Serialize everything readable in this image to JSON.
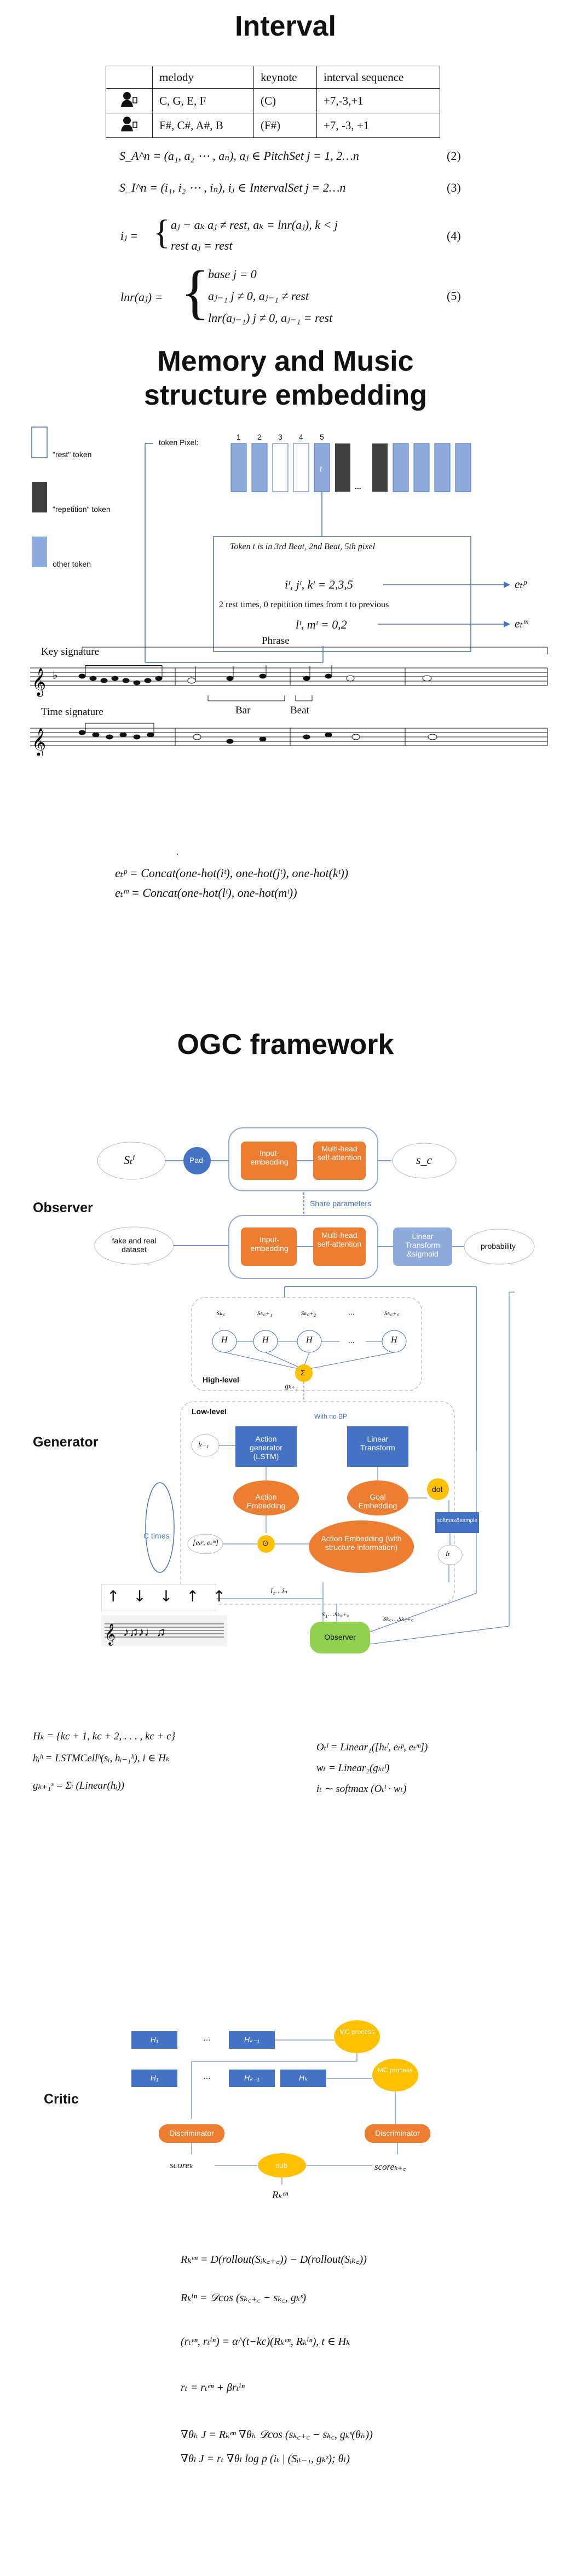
{
  "interval": {
    "title": "Interval",
    "table": {
      "headers": [
        "",
        "melody",
        "keynote",
        "interval sequence"
      ],
      "rows": [
        {
          "melody": "C, G, E, F",
          "keynote": "(C)",
          "sequence": "+7,-3,+1"
        },
        {
          "melody": "F#, C#, A#, B",
          "keynote": "(F#)",
          "sequence": "+7, -3, +1"
        }
      ]
    },
    "eq2": "S_A^n = (a₁, a₂ ⋯ , aₙ), aⱼ ∈ PitchSet   j = 1, 2…n",
    "eq2_no": "(2)",
    "eq3": "S_I^n = (i₁, i₂ ⋯ , iₙ), iⱼ ∈ IntervalSet   j = 2…n",
    "eq3_no": "(3)",
    "eq4_lhs": "iⱼ =",
    "eq4_case1": "aⱼ − aₖ    aⱼ ≠ rest, aₖ = lnr(aⱼ), k < j",
    "eq4_case2": "rest         aⱼ = rest",
    "eq4_no": "(4)",
    "eq5_lhs": "lnr(aⱼ) =",
    "eq5_case1": "base                          j = 0",
    "eq5_case2": "aⱼ₋₁        j ≠ 0, aⱼ₋₁ ≠ rest",
    "eq5_case3": "lnr(aⱼ₋₁)   j ≠ 0, aⱼ₋₁ = rest",
    "eq5_no": "(5)"
  },
  "embedding": {
    "title_line1": "Memory and Music",
    "title_line2": "structure embedding",
    "legend": [
      "\"rest\" token",
      "\"repetition\" token",
      "other token"
    ],
    "token_pixel_label": "token Pixel:",
    "pixel_numbers": [
      "1",
      "2",
      "3",
      "4",
      "5"
    ],
    "token_t": "t",
    "ellipsis": "...",
    "box_line1": "Token t is in 3rd Beat, 2nd Beat, 5th pixel",
    "box_line2": "iᵗ, jᵗ, kᵗ = 2,3,5",
    "box_line3": "2 rest times, 0 repitition times from t to previous",
    "box_line4": "lᵗ, mᵗ = 0,2",
    "e_p": "eₜᵖ",
    "e_m": "eₜᵐ",
    "key_signature": "Key signature",
    "time_signature": "Time signature",
    "phrase": "Phrase",
    "bar": "Bar",
    "beat": "Beat",
    "eq_ep": "eₜᵖ = Concat(one-hot(iᵗ), one-hot(jᵗ), one-hot(kᵗ))",
    "eq_em": "eₜᵐ = Concat(one-hot(lᵗ), one-hot(mᵗ))",
    "dot": "."
  },
  "ogc": {
    "title": "OGC framework",
    "observer_label": "Observer",
    "generator_label": "Generator",
    "critic_label": "Critic",
    "s_in": "Sₜⁱ",
    "pad": "Pad",
    "input_embedding": "Input-embedding",
    "mhsa": "Multi-head self-attention",
    "s_c": "s_c",
    "share": "Share parameters",
    "fake_real": "fake and real dataset",
    "linear_sigmoid": "Linear Transform &sigmoid",
    "probability": "probability",
    "high_level": "High-level",
    "low_level": "Low-level",
    "s_nodes": [
      "sₖ꜀",
      "sₖ꜀₊₁",
      "sₖ꜀₊₂",
      "...",
      "sₖ꜀₊꜀"
    ],
    "h_nodes": [
      "H",
      "H",
      "H",
      "...",
      "H"
    ],
    "sum": "Σ",
    "g_label": "gₖ₊₁",
    "with_no_bp": "With no BP",
    "i_tm1": "iₜ₋₁",
    "action_gen": "Action generator (LSTM)",
    "linear_transform": "Linear Transform",
    "action_emb": "Action Embedding",
    "goal_emb": "Goal Embedding",
    "dot_op": "dot",
    "softmax": "softmax&sample",
    "i_t": "iₜ",
    "c_times": "C times",
    "ep_em": "[eₜᵖ, eₜᵐ]",
    "odot": "⊙",
    "action_emb_struct": "Action Embedding (with structure information)",
    "arrows": [
      "↑",
      "↓",
      "↓",
      "↑",
      "↑"
    ],
    "seq_i": "i₁…iₙ",
    "seq_s": "s₁…sₖ꜀₊꜀",
    "seq_s2": "sₖ꜀…sₖ꜀₊꜀",
    "observer_node": "Observer",
    "eq_hk": "Hₖ = {kc + 1, kc + 2, . . . , kc + c}",
    "eq_hh": "hᵢʰ = LSTMCellʰ(sᵢ, hᵢ₋₁ʰ), i ∈ Hₖ",
    "eq_g": "gₖ₊₁ˢ = Σᵢ (Linear(hᵢ))",
    "eq_o": "Oₜˡ = Linear₁([hₜˡ, eₜᵖ, eₜᵐ])",
    "eq_w": "wₜ = Linear₂(gₖₜˡ)",
    "eq_i": "iₜ ∼ softmax (Oₜˡ · wₜ)",
    "critic_h": [
      "H₁",
      "···",
      "Hₖ₋₁",
      "H₁",
      "···",
      "Hₖ₋₁",
      "Hₖ"
    ],
    "mc": "MC process",
    "discriminator": "Discriminator",
    "score_k": "scoreₖ",
    "score_k1": "scoreₖ₊꜀",
    "sub": "sub",
    "r_k": "Rₖᵉⁿ",
    "eq_r1": "Rₖᵉⁿ = D(rollout(Sᵢₖ꜀₊꜀)) − D(rollout(Sᵢₖ꜀))",
    "eq_r2": "Rₖⁱⁿ = 𝒟cos (sₖ꜀₊꜀ − sₖ꜀, gₖˢ)",
    "eq_r3": "(rₜᵉⁿ, rₜⁱⁿ) = α^(t−kc)(Rₖᵉⁿ, Rₖⁱⁿ), t ∈ Hₖ",
    "eq_r4": "rₜ = rₜᵉⁿ + βrₜⁱⁿ",
    "eq_r5": "∇θₕ J = Rₖᵉⁿ ∇θₕ 𝒟cos (sₖ꜀₊꜀ − sₖ꜀, gₖˢ(θₕ))",
    "eq_r6": "∇θₗ J = rₜ ∇θₗ log p (iₜ | (Sᵢₜ₋₁, gₖˢ); θₗ)"
  },
  "colors": {
    "orange": "#ED7D31",
    "blue": "#4472C4",
    "lightblue": "#8FAADC",
    "yellow": "#FFC000",
    "green": "#92D050",
    "darkgray": "#404040"
  }
}
